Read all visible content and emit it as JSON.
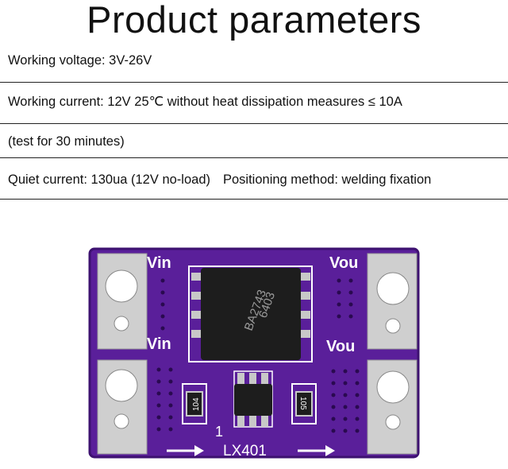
{
  "title": "Product parameters",
  "params": {
    "voltage": "Working voltage: 3V-26V",
    "current": "Working current: 12V 25℃ without heat dissipation measures ≤ 10A",
    "test": "(test for 30 minutes)",
    "quiet": "Quiet current: 130ua (12V no-load)",
    "positioning": "Positioning method: welding fixation"
  },
  "board": {
    "label_vin_top": "Vin",
    "label_vin_bottom": "Vin",
    "label_vout_top": "Vou",
    "label_vout_bottom": "Vou",
    "chip_line1": "6403",
    "chip_line2": "BA2743",
    "resistor_left": "104",
    "resistor_right": "105",
    "pin1_mark": "1",
    "model": "LX401",
    "pcb_color": "#5a1f9a",
    "pad_color": "#c9c9c9"
  }
}
